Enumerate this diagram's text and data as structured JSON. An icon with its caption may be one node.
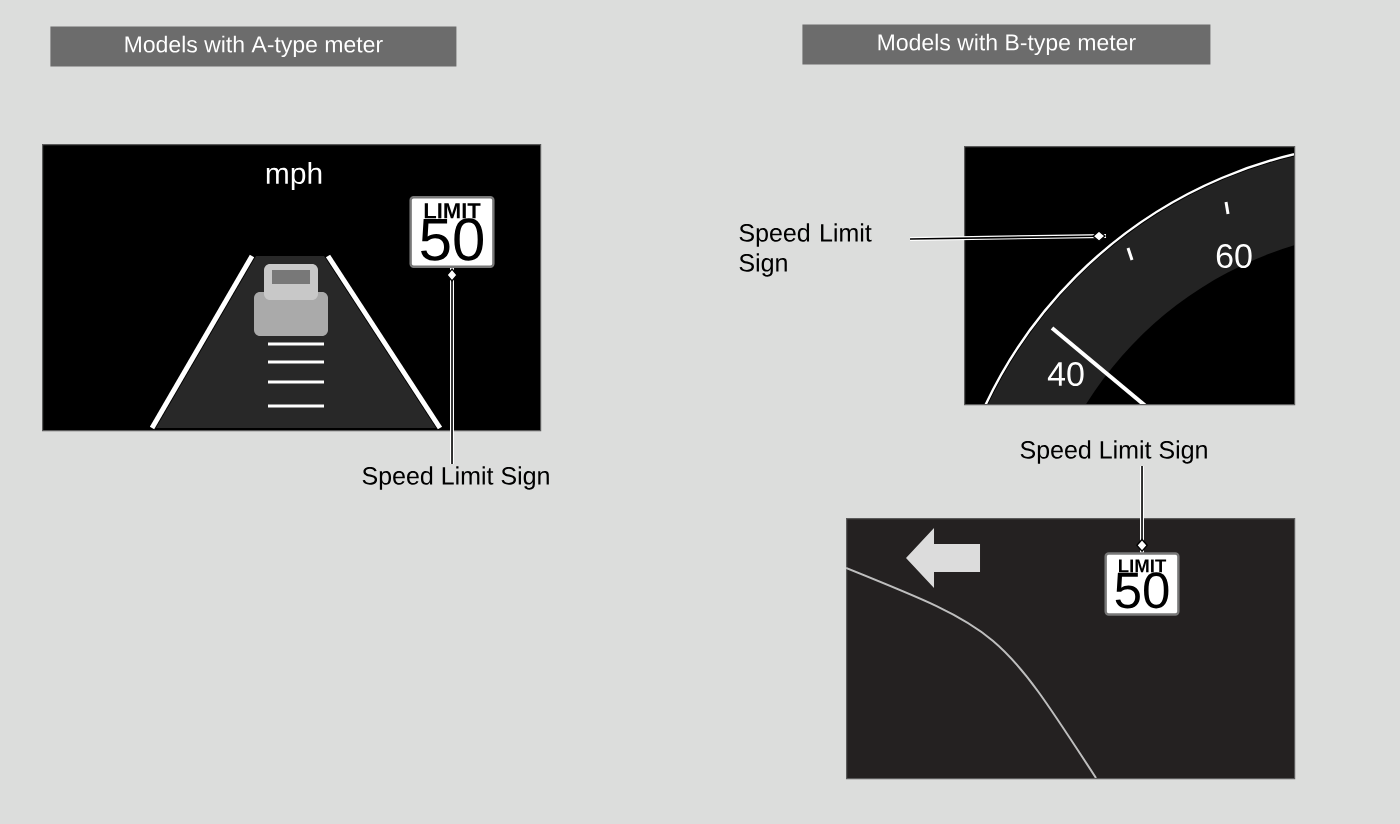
{
  "diagram": {
    "nodes": [
      {
        "text": [
          "Models with A-type meter"
        ]
      },
      {
        "text": [],
        "shape": "picture"
      },
      {
        "text": [
          "LIMIT",
          "50"
        ],
        "in": 1
      },
      {
        "text": [
          "Speed Limit Sign"
        ]
      },
      {
        "text": [
          "Models with B-type meter"
        ]
      },
      {
        "text": [],
        "shape": "picture"
      },
      {
        "text": [
          "Speed Limit Sign"
        ]
      },
      {
        "text": [
          "Speed Limit Sign"
        ]
      },
      {
        "text": [],
        "shape": "picture"
      },
      {
        "text": [
          "LIMIT",
          "50"
        ],
        "in": 8
      }
    ],
    "edges": [
      {
        "from": 3,
        "to": 2,
        "arrow": "other"
      },
      {
        "from": 6,
        "to": 5,
        "arrow": "other"
      },
      {
        "from": 7,
        "to": 9,
        "arrow": "other"
      }
    ],
    "labels": [
      "mph",
      "60",
      "40"
    ]
  }
}
